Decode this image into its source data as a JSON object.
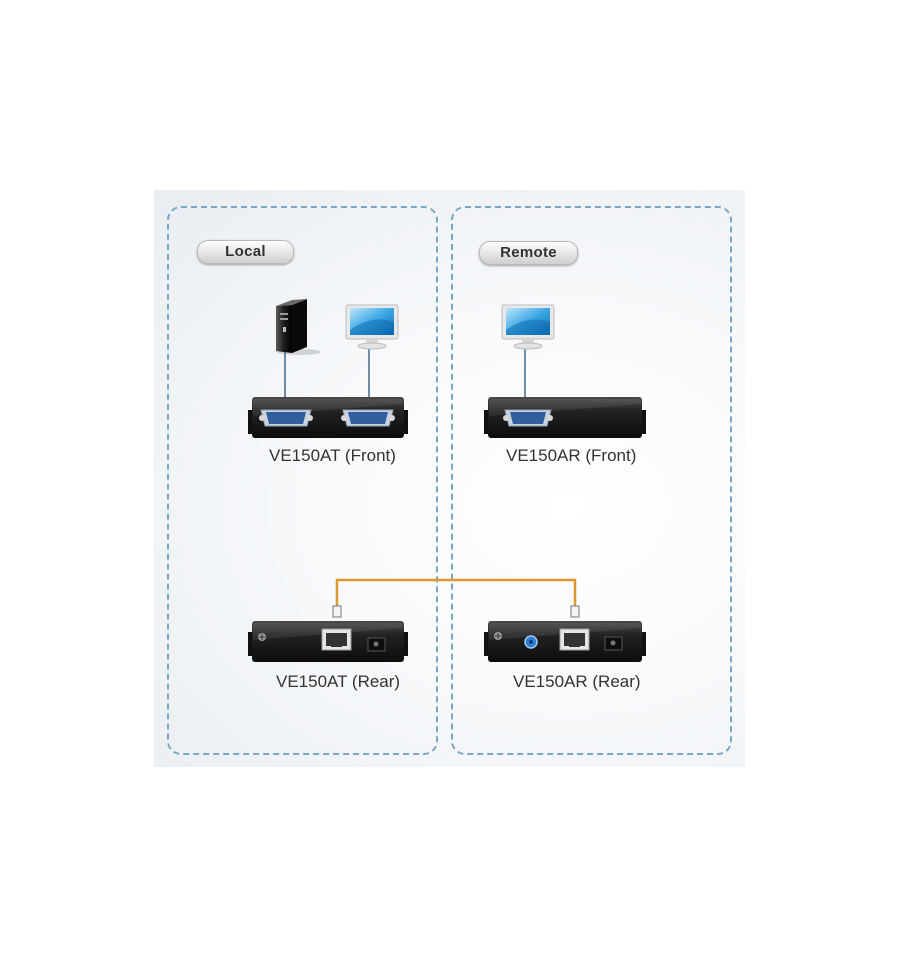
{
  "zones": {
    "local": {
      "label": "Local"
    },
    "remote": {
      "label": "Remote"
    }
  },
  "devices": {
    "ve150at_front": {
      "label": "VE150AT (Front)"
    },
    "ve150ar_front": {
      "label": "VE150AR (Front)"
    },
    "ve150at_rear": {
      "label": "VE150AT (Rear)"
    },
    "ve150ar_rear": {
      "label": "VE150AR (Rear)"
    }
  },
  "colors": {
    "zone_border": "#7aa7c3",
    "vga_cable": "#6f8ea6",
    "cat5_cable": "#e0962e",
    "vga_port": "#2f5f9c",
    "device_body": "#1c1c1c"
  }
}
